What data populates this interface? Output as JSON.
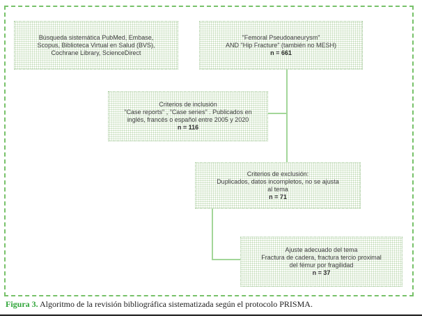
{
  "figure": {
    "caption": {
      "label": "Figura 3.",
      "text": "Algoritmo de la revisión bibliográfica sistematizada según el protocolo PRISMA."
    }
  },
  "flow": {
    "boxes": [
      {
        "name": "search-sources",
        "lines": [
          "Búsqueda sistemática PubMed, Embase,",
          "Scopus, Biblioteca Virtual en Salud (BVS),",
          "Cochrane Library, ScienceDirect"
        ]
      },
      {
        "name": "search-terms",
        "lines": [
          "\"Femoral Pseudoaneurysm\"",
          "AND \"Hip Fracture\" (también no MESH)"
        ],
        "n": "n = 661"
      },
      {
        "name": "inclusion-criteria",
        "lines": [
          "Criterios de inclusión",
          "\"Case reports\" , \"Case series\" . Publicados en",
          "inglés, francés o español entre 2005 y 2020"
        ],
        "n": "n = 116"
      },
      {
        "name": "exclusion-criteria",
        "lines": [
          "Criterios de exclusión:",
          "Duplicados, datos incompletos, no se ajusta",
          "al tema"
        ],
        "n": "n = 71"
      },
      {
        "name": "topic-fit",
        "lines": [
          "Ajuste adecuado del tema",
          "Fractura de cadera, fractura tercio proximal",
          "del fémur por fragilidad"
        ],
        "n": "n = 37"
      }
    ]
  },
  "colors": {
    "frame_green": "#77c169",
    "connector_green": "#a3d699",
    "box_dot_green": "#bfd9b5",
    "box_border_green": "#a9cba0",
    "caption_green": "#2ea437",
    "box_text": "#3d3d3d",
    "rule_black": "#141414"
  }
}
